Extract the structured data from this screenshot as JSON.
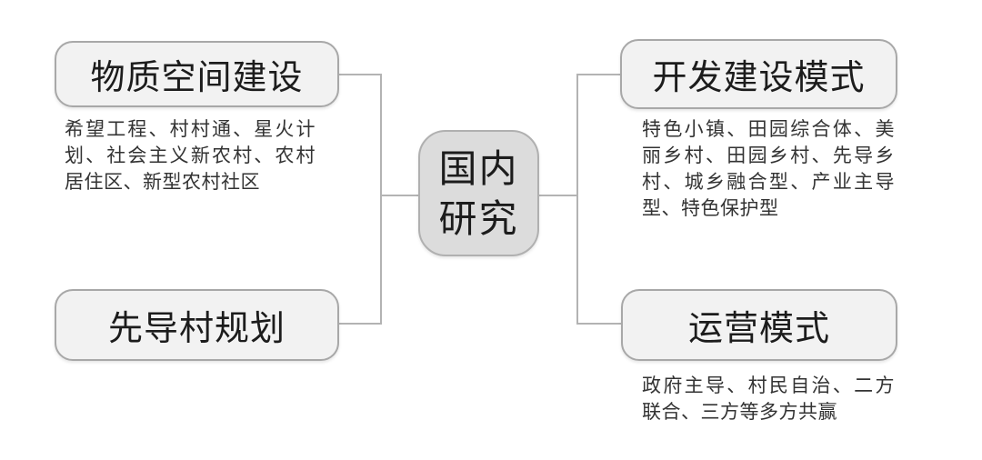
{
  "diagram": {
    "center": {
      "label": "国内研究",
      "line1": "国内",
      "line2": "研究"
    },
    "branches": [
      {
        "id": "physical-space-construction",
        "title": "物质空间建设",
        "description": "希望工程、村村通、星火计划、社会主义新农村、农村居住区、新型农村社区"
      },
      {
        "id": "pilot-village-planning",
        "title": "先导村规划",
        "description": ""
      },
      {
        "id": "development-construction-mode",
        "title": "开发建设模式",
        "description": "特色小镇、田园综合体、美丽乡村、田园乡村、先导乡村、城乡融合型、产业主导型、特色保护型"
      },
      {
        "id": "operation-mode",
        "title": "运营模式",
        "description": "政府主导、村民自治、二方联合、三方等多方共赢"
      }
    ]
  },
  "colors": {
    "node_fill": "#f2f2f2",
    "center_fill": "#dcdcdc",
    "node_border": "#a8a8a8",
    "line_color": "#b3b3b3",
    "title_color": "#1c1c1c",
    "desc_color": "#333333",
    "canvas_bg": "#ffffff"
  }
}
